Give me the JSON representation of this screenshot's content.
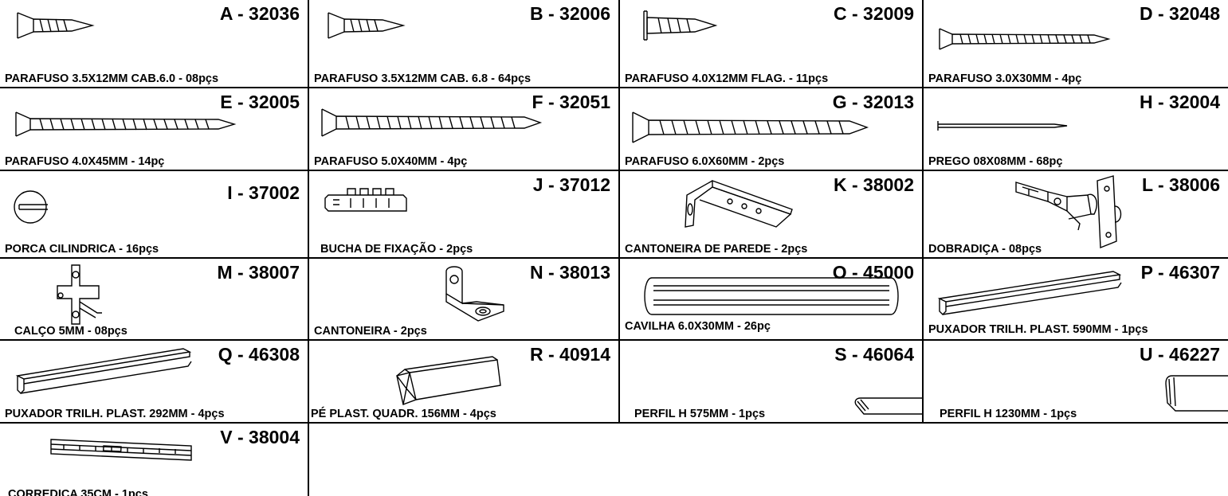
{
  "parts": [
    {
      "code": "A - 32036",
      "desc": "PARAFUSO 3.5X12MM CAB.6.0 - 08pçs",
      "icon": "short-screw-icon"
    },
    {
      "code": "B - 32006",
      "desc": "PARAFUSO 3.5X12MM CAB. 6.8  - 64pçs",
      "icon": "short-screw-icon"
    },
    {
      "code": "C - 32009",
      "desc": "PARAFUSO 4.0X12MM FLAG. - 11pçs",
      "icon": "flange-screw-icon"
    },
    {
      "code": "D - 32048",
      "desc": "PARAFUSO 3.0X30MM - 4pç",
      "icon": "long-screw-icon"
    },
    {
      "code": "E - 32005",
      "desc": "PARAFUSO 4.0X45MM - 14pç",
      "icon": "long-screw-icon"
    },
    {
      "code": "F - 32051",
      "desc": "PARAFUSO 5.0X40MM - 4pç",
      "icon": "long-screw-icon"
    },
    {
      "code": "G - 32013",
      "desc": "PARAFUSO 6.0X60MM - 2pçs",
      "icon": "long-screw-icon"
    },
    {
      "code": "H - 32004",
      "desc": "PREGO 08X08MM - 68pç",
      "icon": "nail-icon"
    },
    {
      "code": "I - 37002",
      "desc": "PORCA CILINDRICA - 16pçs",
      "icon": "cylinder-nut-icon"
    },
    {
      "code": "J - 37012",
      "desc": "BUCHA DE FIXAÇÃO - 2pçs",
      "icon": "wall-plug-icon"
    },
    {
      "code": "K - 38002",
      "desc": "CANTONEIRA DE PAREDE - 2pçs",
      "icon": "wall-bracket-icon"
    },
    {
      "code": "L - 38006",
      "desc": "DOBRADIÇA - 08pçs",
      "icon": "hinge-icon"
    },
    {
      "code": "M - 38007",
      "desc": "CALÇO 5MM - 08pçs",
      "icon": "hinge-plate-icon"
    },
    {
      "code": "N - 38013",
      "desc": "CANTONEIRA - 2pçs",
      "icon": "corner-bracket-icon"
    },
    {
      "code": "O - 45000",
      "desc": "CAVILHA 6.0X30MM - 26pç",
      "icon": "dowel-icon"
    },
    {
      "code": "P - 46307",
      "desc": "PUXADOR TRILH. PLAST. 590MM - 1pçs",
      "icon": "handle-rail-icon"
    },
    {
      "code": "Q - 46308",
      "desc": "PUXADOR TRILH. PLAST. 292MM - 4pçs",
      "icon": "handle-rail-icon"
    },
    {
      "code": "R - 40914",
      "desc": "PÉ PLAST. QUADR. 156MM - 4pçs",
      "icon": "square-foot-icon"
    },
    {
      "code": "S - 46064",
      "desc": "PERFIL H 575MM - 1pçs",
      "icon": "h-profile-icon"
    },
    {
      "code": "U - 46227",
      "desc": "PERFIL H 1230MM - 1pçs",
      "icon": "h-profile-icon"
    },
    {
      "code": "V - 38004",
      "desc": "CORREDIÇA 35CM - 1pçs",
      "icon": "drawer-slide-icon"
    }
  ]
}
